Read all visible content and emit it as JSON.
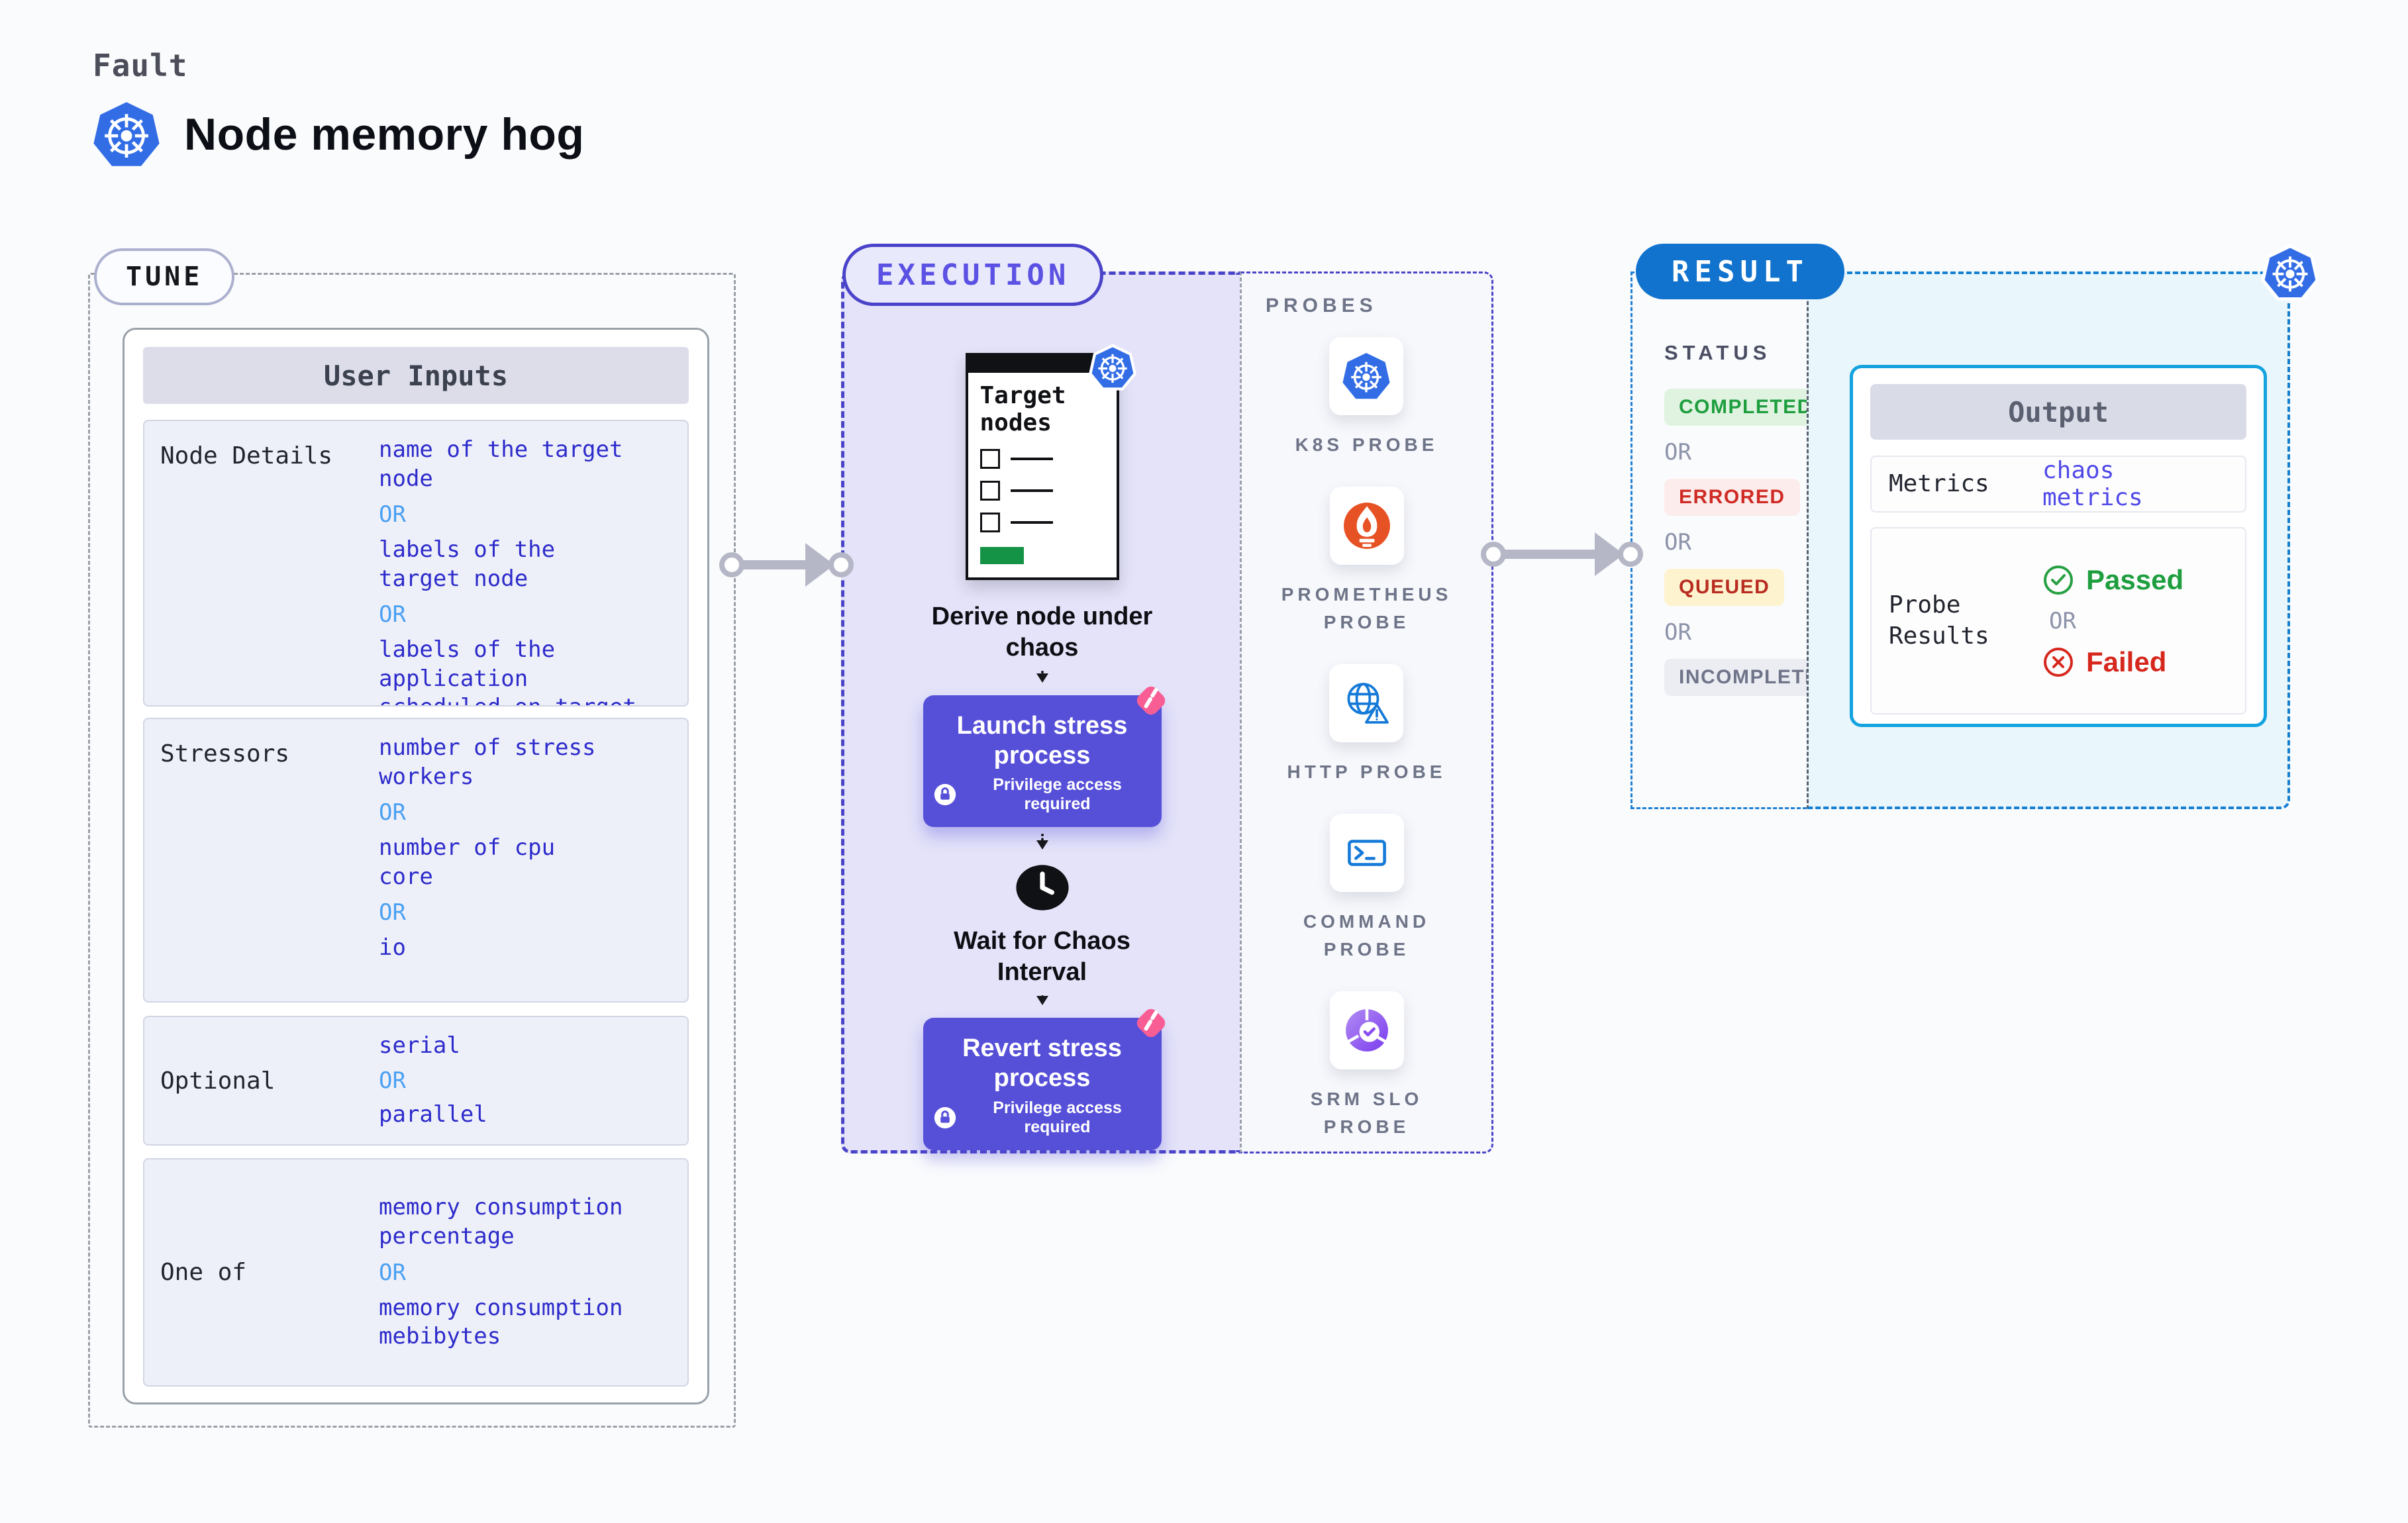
{
  "header": {
    "kicker": "Fault",
    "title": "Node memory hog"
  },
  "shared": {
    "or": "OR"
  },
  "tune": {
    "badge": "TUNE",
    "panel_title": "User Inputs",
    "rows": [
      {
        "label": "Node Details",
        "values": [
          "name of the target\nnode",
          "labels of the\ntarget node",
          "labels of the application\nscheduled on target node"
        ]
      },
      {
        "label": "Stressors",
        "values": [
          "number of stress\nworkers",
          "number of cpu\ncore",
          "io"
        ]
      },
      {
        "label": "Optional",
        "values": [
          "serial",
          "parallel"
        ]
      },
      {
        "label": "One of",
        "values": [
          "memory consumption\npercentage",
          "memory consumption\nmebibytes"
        ]
      }
    ]
  },
  "execution": {
    "badge": "EXECUTION",
    "target_card": {
      "title": "Target nodes"
    },
    "derive_caption": "Derive node under chaos",
    "launch_button": {
      "title": "Launch stress process",
      "subtitle": "Privilege access required"
    },
    "wait_caption": "Wait for Chaos Interval",
    "revert_button": {
      "title": "Revert stress process",
      "subtitle": "Privilege access required"
    },
    "probes": {
      "label": "PROBES",
      "items": [
        {
          "name": "K8S PROBE",
          "icon": "kubernetes-icon"
        },
        {
          "name": "PROMETHEUS PROBE",
          "icon": "prometheus-icon"
        },
        {
          "name": "HTTP PROBE",
          "icon": "globe-warning-icon"
        },
        {
          "name": "COMMAND PROBE",
          "icon": "terminal-icon"
        },
        {
          "name": "SRM SLO PROBE",
          "icon": "slo-gauge-icon"
        }
      ]
    }
  },
  "result": {
    "badge": "RESULT",
    "status_heading": "STATUS",
    "statuses": [
      {
        "label": "COMPLETED",
        "color": "#1e9e3e",
        "bg": "#dff3e0"
      },
      {
        "label": "ERRORED",
        "color": "#cf2b24",
        "bg": "#fdecec"
      },
      {
        "label": "QUEUED",
        "color": "#b92d21",
        "bg": "#fdf3cf"
      },
      {
        "label": "INCOMPLETED",
        "color": "#6f7489",
        "bg": "#ebedf3"
      }
    ],
    "output": {
      "title": "Output",
      "metrics_label": "Metrics",
      "metrics_value": "chaos metrics",
      "probe_results_label": "Probe Results",
      "passed": "Passed",
      "failed": "Failed"
    }
  },
  "colors": {
    "accent_indigo": "#564fd8",
    "execution_fill": "#e4e3f9",
    "execution_border": "#4a44c9",
    "tune_border": "#9aa0a8",
    "result_blue": "#1173cd",
    "result_fill": "#e9f6fc",
    "output_border": "#14a3de",
    "value_blue": "#2d2bcb",
    "or_blue": "#4aa0f2",
    "or_gray": "#8d93a8",
    "k8s_blue": "#326de6",
    "prometheus_orange": "#e75225",
    "probe_icon_blue": "#157ad8",
    "slo_purple": "#7b3bf0",
    "pink_badge": "#f85e94",
    "green_bar": "#149347",
    "passed_green": "#27a043",
    "failed_red": "#d6271d",
    "arrow_gray": "#b5b7c6"
  }
}
